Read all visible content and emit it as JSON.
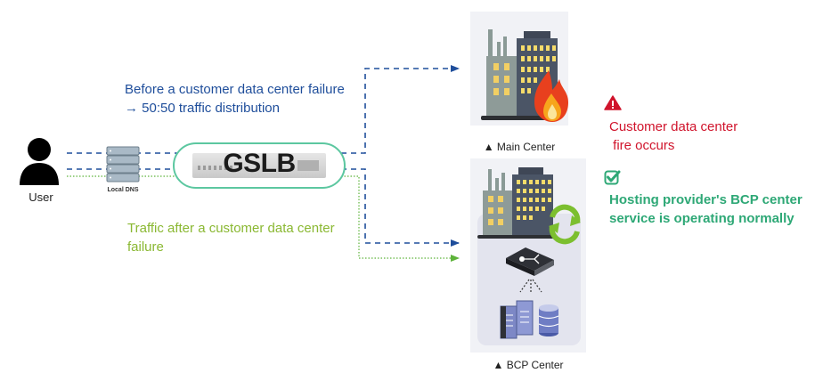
{
  "user": {
    "label": "User"
  },
  "local_dns": {
    "label": "Local DNS"
  },
  "gslb": {
    "label": "GSLB"
  },
  "before_failure": {
    "line1": "Before a customer data center failure",
    "line2": "→ 50:50 traffic distribution"
  },
  "after_failure": {
    "line1": "Traffic after a customer data center",
    "line2": "failure"
  },
  "main_center": {
    "caption": "▲ Main Center"
  },
  "bcp_center": {
    "caption": "▲ BCP Center"
  },
  "alert": {
    "line1": "Customer data center",
    "line2": " fire occurs"
  },
  "status_ok": {
    "line1": "Hosting provider's BCP center",
    "line2": "service is operating normally"
  },
  "colors": {
    "blue_line": "#1f4e9b",
    "green_line": "#7cc33c",
    "alert_red": "#d0142c",
    "ok_green": "#2ea876",
    "gslb_border": "#5cc7a0"
  }
}
